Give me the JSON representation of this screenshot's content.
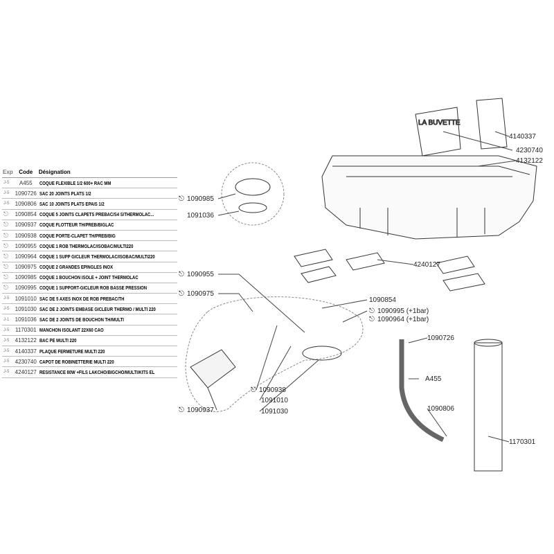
{
  "table": {
    "headers": [
      "Exp",
      "Code",
      "Désignation"
    ],
    "rows": [
      {
        "exp": "J-5",
        "code": "A455",
        "designation": "COQUE FLEXIBLE 1/2 600+ RAC MM"
      },
      {
        "exp": "J-5",
        "code": "1090726",
        "designation": "SAC 20 JOINTS PLATS 1/2"
      },
      {
        "exp": "J-5",
        "code": "1090806",
        "designation": "SAC 10 JOINTS PLATS EPAIS 1/2"
      },
      {
        "exp": "icon",
        "code": "1090854",
        "designation": "COQUE 5 JOINTS CLAPETS PREBAC/S4 S/THERMOLAC..."
      },
      {
        "exp": "icon",
        "code": "1090937",
        "designation": "COQUE FLOTTEUR TH/PREB/BIGLAC"
      },
      {
        "exp": "icon",
        "code": "1090938",
        "designation": "COQUE PORTE-CLAPET TH/PREB/BIG"
      },
      {
        "exp": "icon",
        "code": "1090955",
        "designation": "COQUE 1 ROB  THERMOLAC/ISOBAC/MULTI220"
      },
      {
        "exp": "icon",
        "code": "1090964",
        "designation": "COQUE 1 SUPP GICLEUR THERMOLAC/ISOBAC/MULTI220"
      },
      {
        "exp": "icon",
        "code": "1090975",
        "designation": "COQUE 2 GRANDES EPINGLES  INOX"
      },
      {
        "exp": "icon",
        "code": "1090985",
        "designation": "COQUE 1 BOUCHON ISOLE + JOINT THERMOLAC"
      },
      {
        "exp": "icon",
        "code": "1090995",
        "designation": "COQUE 1 SUPPORT-GICLEUR ROB BASSE PRESSION"
      },
      {
        "exp": "J-5",
        "code": "1091010",
        "designation": "SAC DE 5 AXES INOX DE ROB PREBAC/TH"
      },
      {
        "exp": "J-5",
        "code": "1091030",
        "designation": "SAC DE 2 JOINTS EMBASE GICLEUR THERMO / MULTI 220"
      },
      {
        "exp": "J-1",
        "code": "1091036",
        "designation": "SAC DE 2 JOINTS DE BOUCHON TH/MULTI"
      },
      {
        "exp": "J-5",
        "code": "1170301",
        "designation": "MANCHON ISOLANT 22X60 CAO"
      },
      {
        "exp": "J-5",
        "code": "4132122",
        "designation": "BAC PE MULTI 220"
      },
      {
        "exp": "J-5",
        "code": "4140337",
        "designation": "PLAQUE FERMETURE MULTI 220"
      },
      {
        "exp": "J-5",
        "code": "4230740",
        "designation": "CAPOT DE ROBINETTERIE MULTI 220"
      },
      {
        "exp": "J-5",
        "code": "4240127",
        "designation": "RESISTANCE 80W +FILS LAKCHO/BIGCHO/MULTI/KITS EL"
      }
    ]
  },
  "diagram": {
    "product_label": "LA BUVETTE",
    "callouts": [
      "4140337",
      "4230740",
      "4132122",
      "1090985",
      "1091036",
      "4240127",
      "1090955",
      "1090975",
      "1090854",
      "1090995 (+1bar)",
      "1090964 (+1bar)",
      "1090726",
      "A455",
      "1090806",
      "1170301",
      "1090938",
      "1091010",
      "1091030",
      "1090937"
    ]
  }
}
